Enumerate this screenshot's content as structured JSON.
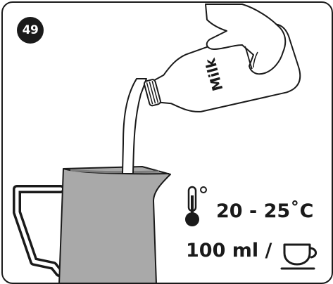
{
  "step": {
    "number": "49"
  },
  "bottle": {
    "label": "Milk"
  },
  "settings": {
    "temperature": "20 - 25˚C",
    "volume": "100 ml /"
  },
  "icons": {
    "temperature": "thermometer-icon",
    "cup": "cup-icon"
  },
  "colors": {
    "outline": "#1a1a1a",
    "pitcher": "#a9a9a9",
    "background": "#ffffff"
  }
}
